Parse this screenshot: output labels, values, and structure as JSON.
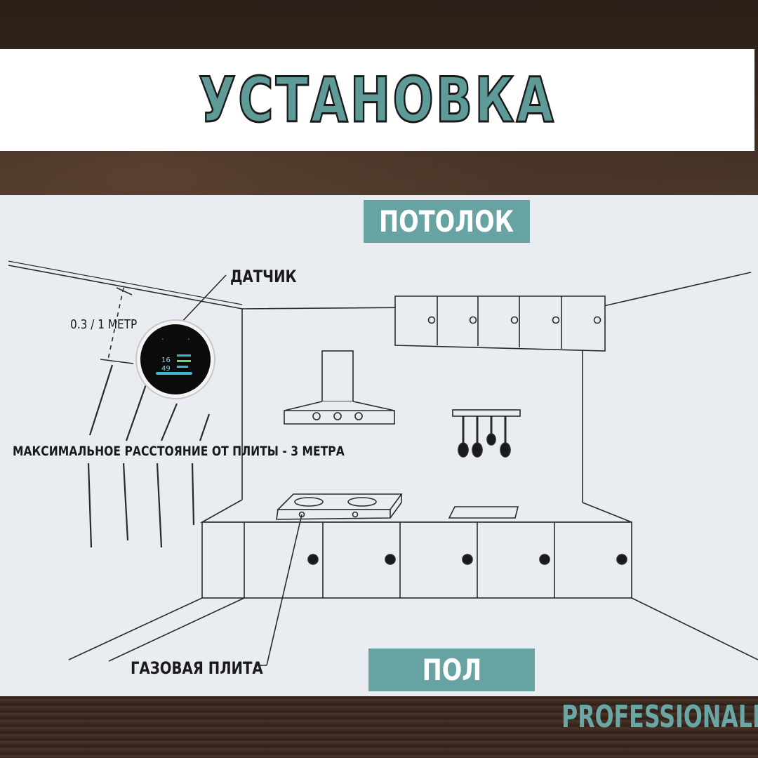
{
  "title": "УСТАНОВКА",
  "labels": {
    "ceiling": "ПОТОЛОК",
    "floor": "ПОЛ",
    "sensor": "ДАТЧИК",
    "distance_from_ceiling": "0.3 / 1 МЕТР",
    "max_distance": "МАКСИМАЛЬНОЕ РАССТОЯНИЕ ОТ ПЛИТЫ - 3 МЕТРА",
    "gas_stove": "ГАЗОВАЯ ПЛИТА"
  },
  "brand": "PROFESSIONALL",
  "sensor_display": {
    "value_top": "16",
    "value_bottom": "49"
  },
  "colors": {
    "accent": "#67a3a2",
    "title_fill": "#5d9a98",
    "panel": "#e9edf1",
    "line": "#2a2a2a"
  }
}
